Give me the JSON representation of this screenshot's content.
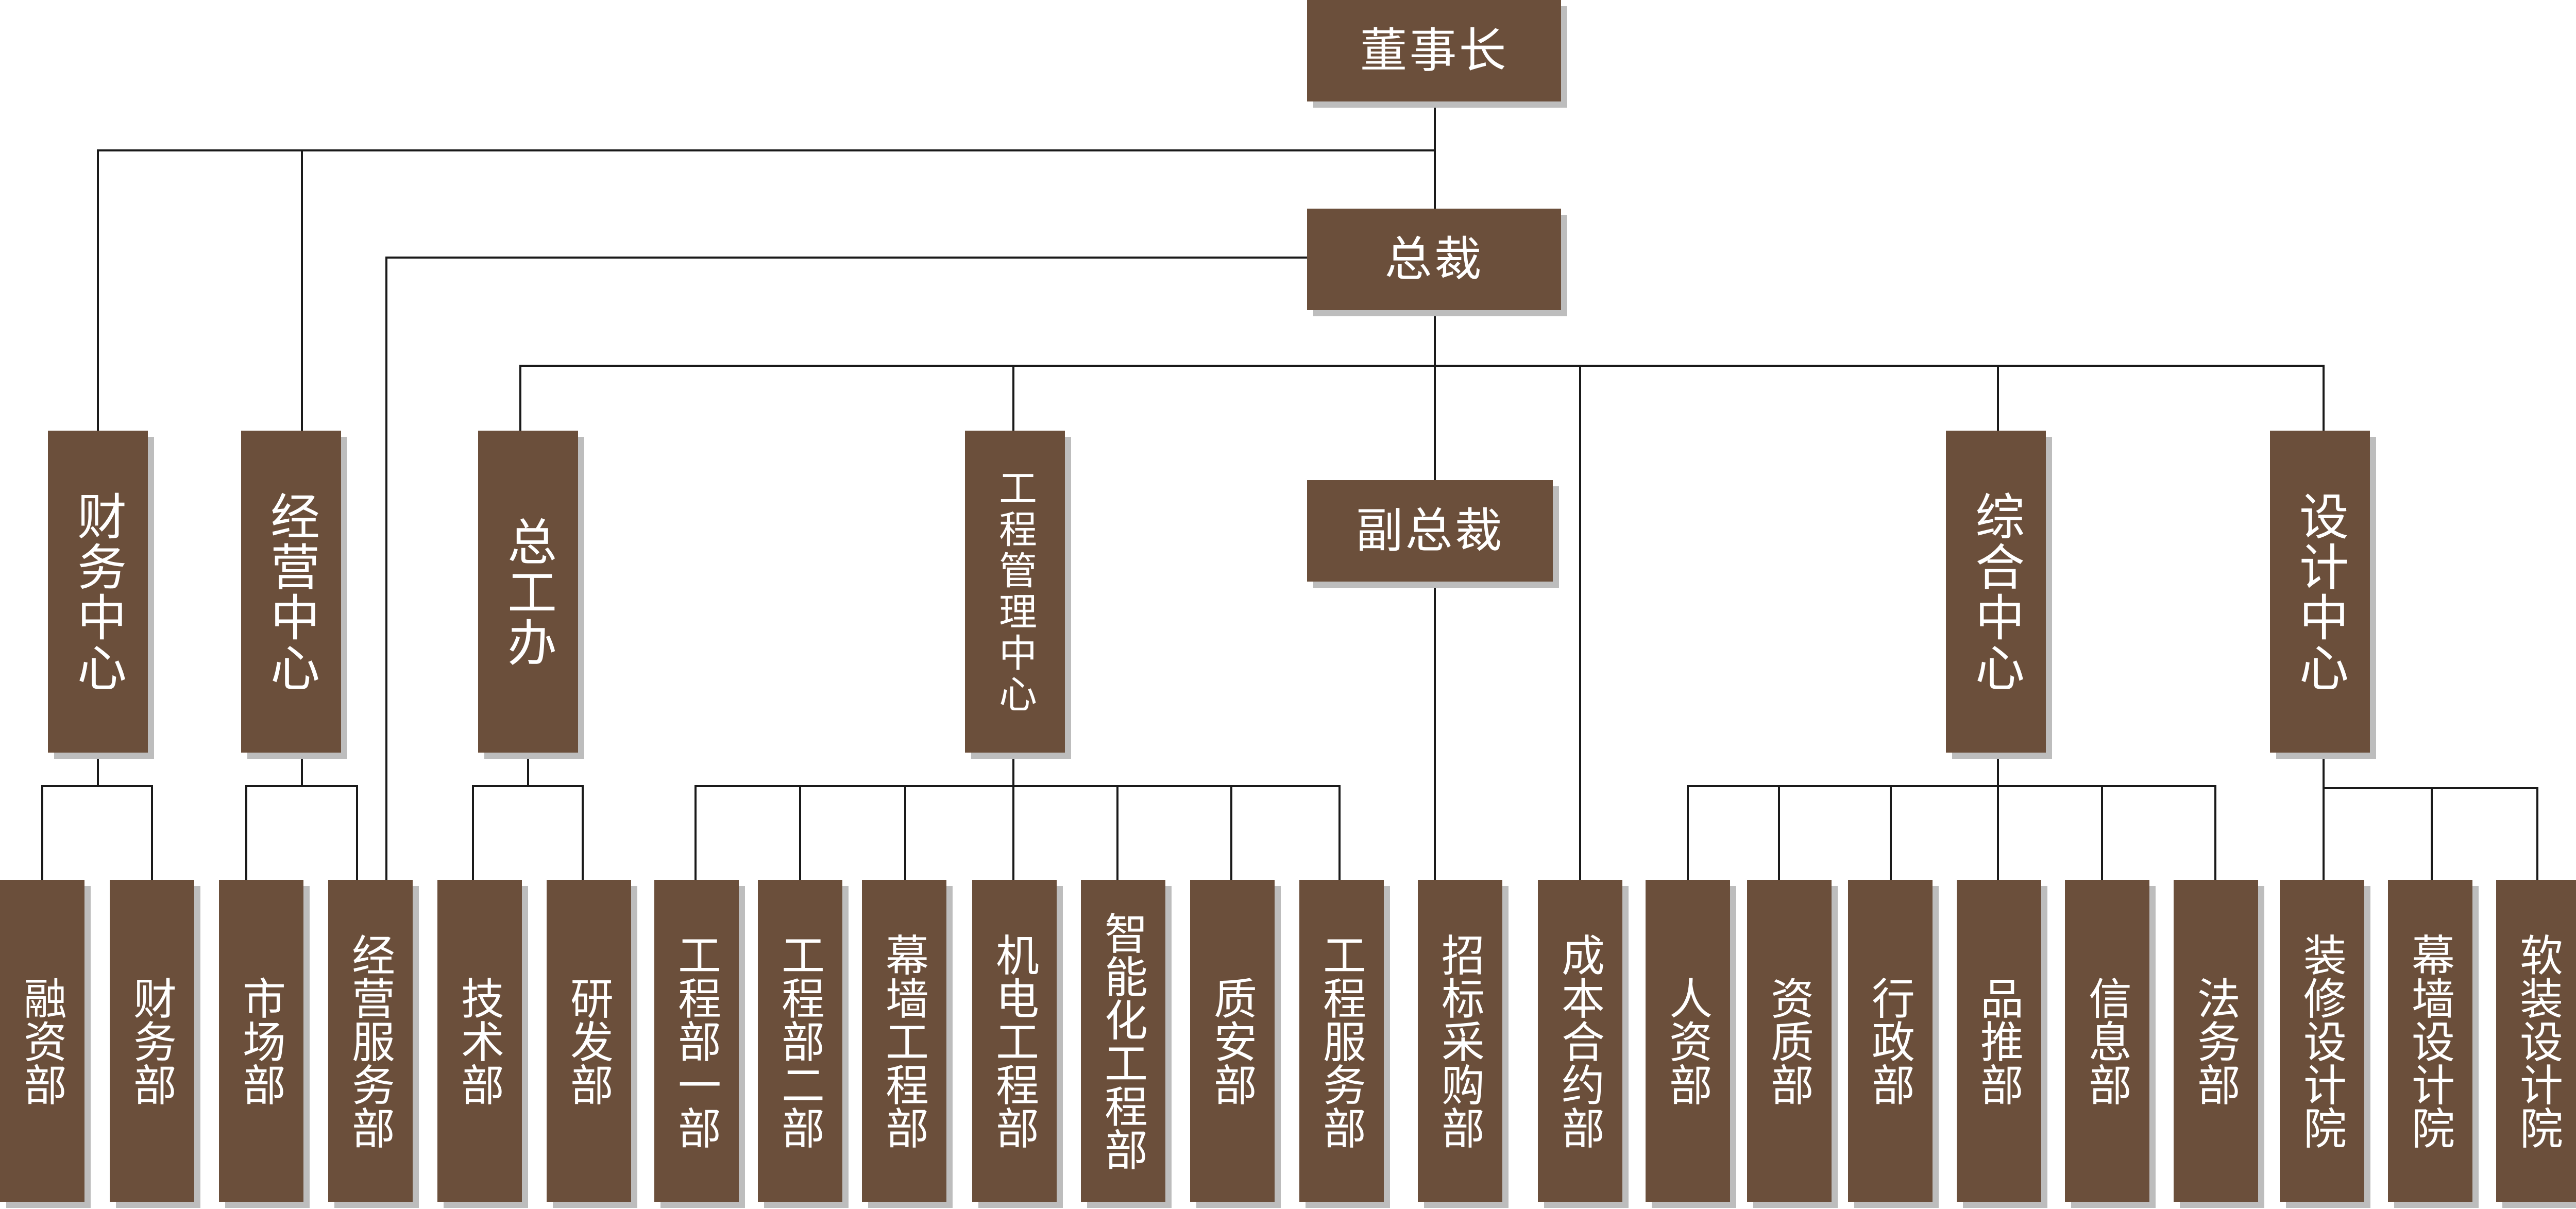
{
  "colors": {
    "box": "#6b4f3b",
    "shadow": "#bdbdbd",
    "text": "#ffffff",
    "line": "#1a1a1a"
  },
  "chart": {
    "chairman": "董事长",
    "president": "总裁",
    "vice_president": "副总裁",
    "finance_center": "财务中心",
    "business_center": "经营中心",
    "chief_engineer_office": "总工办",
    "engineering_mgmt_center": "工程管理中心",
    "general_center": "综合中心",
    "design_center": "设计中心",
    "financing_dept": "融资部",
    "finance_dept": "财务部",
    "market_dept": "市场部",
    "business_service_dept": "经营服务部",
    "tech_dept": "技术部",
    "rnd_dept": "研发部",
    "engineering_dept_1": "工程部一部",
    "engineering_dept_2": "工程部二部",
    "curtain_wall_eng_dept": "幕墙工程部",
    "electromech_eng_dept": "机电工程部",
    "intelligent_eng_dept": "智能化工程部",
    "quality_safety_dept": "质安部",
    "eng_service_dept": "工程服务部",
    "bidding_procurement_dept": "招标采购部",
    "cost_contract_dept": "成本合约部",
    "hr_dept": "人资部",
    "qualification_dept": "资质部",
    "admin_dept": "行政部",
    "brand_dept": "品推部",
    "info_dept": "信息部",
    "legal_dept": "法务部",
    "decoration_design_inst": "装修设计院",
    "curtain_wall_design_inst": "幕墙设计院",
    "soft_furnishing_design_inst": "软装设计院"
  }
}
